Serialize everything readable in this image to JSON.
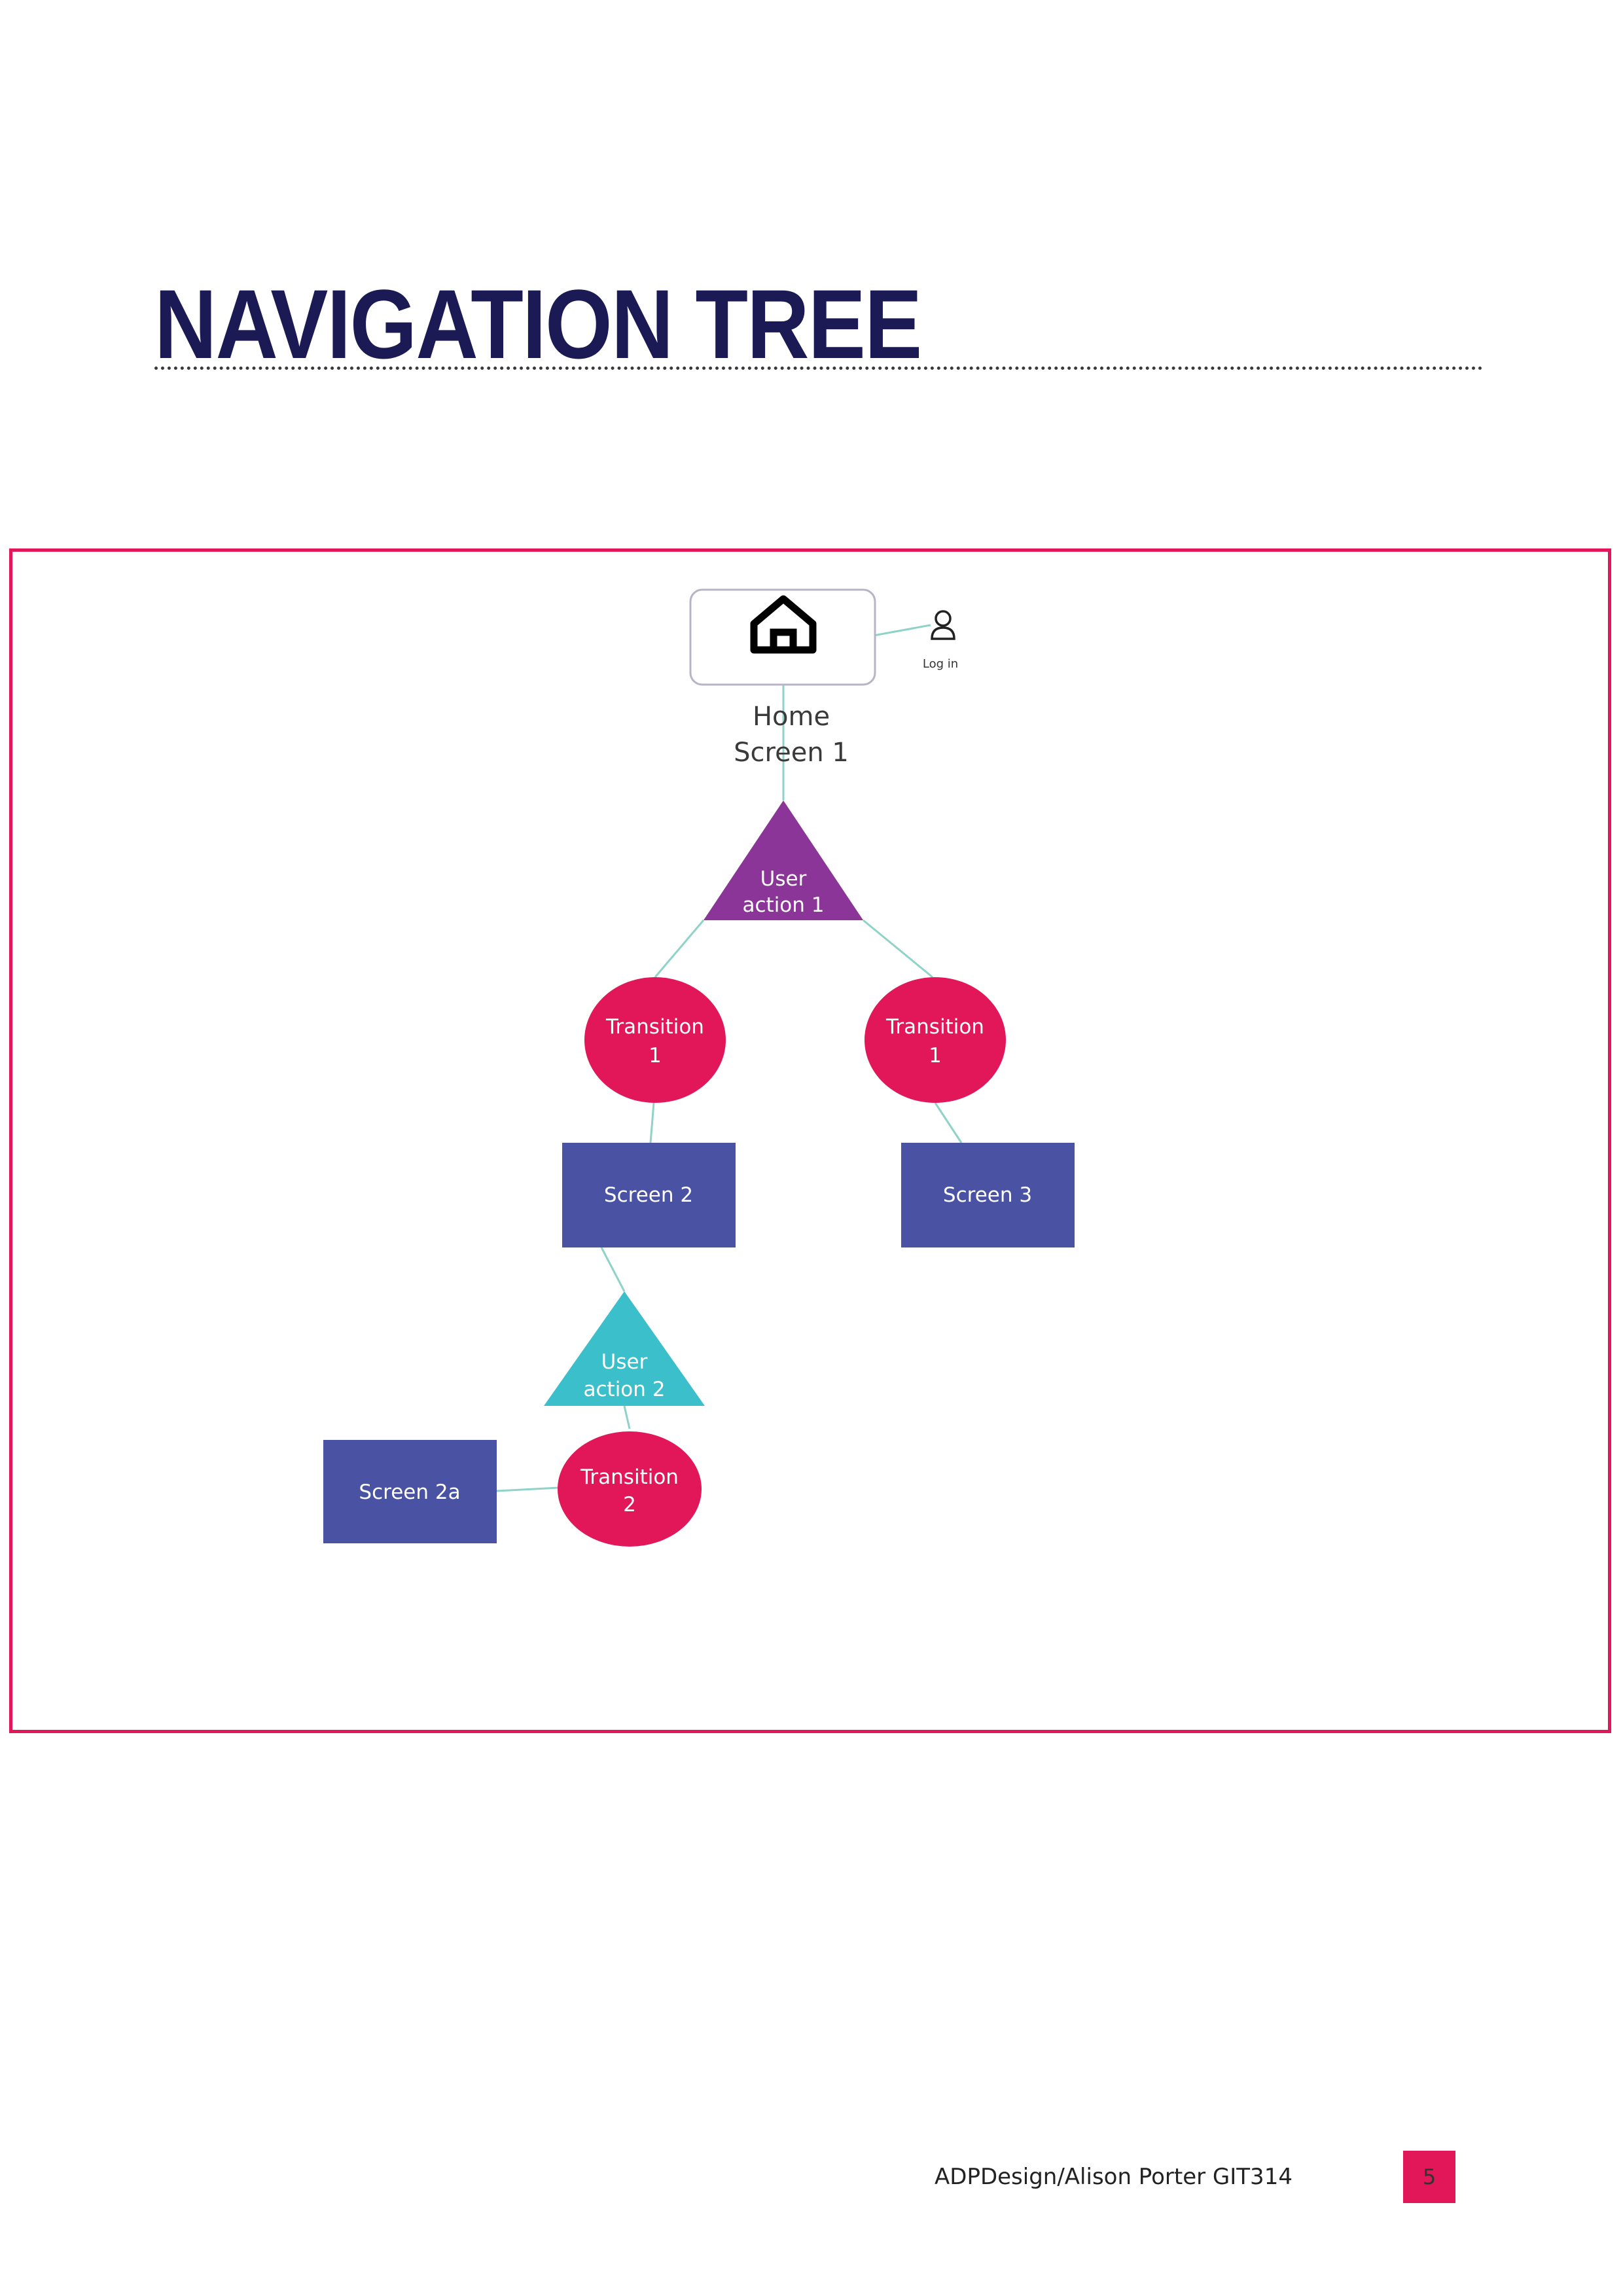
{
  "title": "NAVIGATION TREE",
  "colors": {
    "title": "#1c1a55",
    "border": "#e1175a",
    "screen": "#4a52a3",
    "transition": "#e1175a",
    "user_action_1": "#8a3597",
    "user_action_2": "#3bbfcb",
    "connector": "#8fd3c8"
  },
  "diagram": {
    "home": {
      "icon": "home-icon",
      "label_line1": "Home",
      "label_line2": "Screen 1"
    },
    "login": {
      "icon": "user-icon",
      "label": "Log in"
    },
    "user_action_1": {
      "line1": "User",
      "line2": "action 1"
    },
    "transition_left": {
      "line1": "Transition",
      "line2": "1"
    },
    "transition_right": {
      "line1": "Transition",
      "line2": "1"
    },
    "screen_2": "Screen 2",
    "screen_3": "Screen 3",
    "user_action_2": {
      "line1": "User",
      "line2": "action 2"
    },
    "transition_2": {
      "line1": "Transition",
      "line2": "2"
    },
    "screen_2a": "Screen 2a"
  },
  "footer": {
    "text": "ADPDesign/Alison Porter GIT314",
    "page_number": "5"
  }
}
